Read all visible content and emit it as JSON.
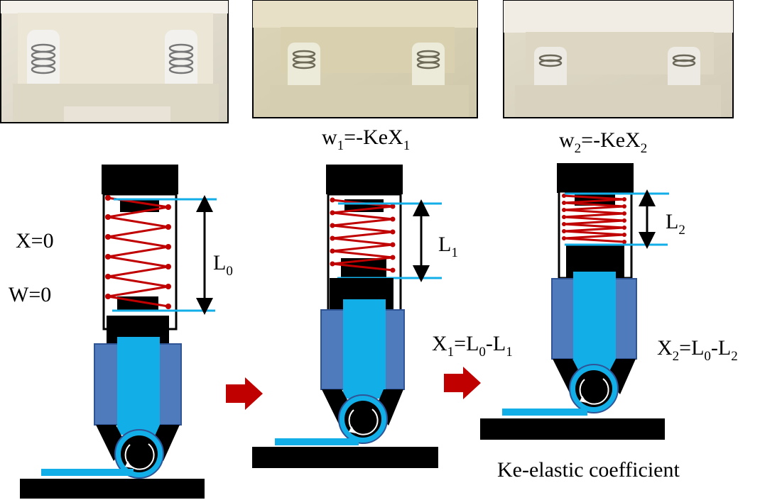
{
  "photos": [
    {
      "name": "uncompressed"
    },
    {
      "name": "compressed-1"
    },
    {
      "name": "compressed-2"
    }
  ],
  "equations": {
    "w1": {
      "base": "w",
      "sub": "1",
      "rest": "=-KeX",
      "sub2": "1"
    },
    "w2": {
      "base": "w",
      "sub": "2",
      "rest": "=-KeX",
      "sub2": "2"
    },
    "x0": "X=0",
    "w0": "W=0",
    "x1": {
      "base": "X",
      "sub": "1",
      "mid": "=L",
      "sub2": "0",
      "mid2": "-L",
      "sub3": "1"
    },
    "x2": {
      "base": "X",
      "sub": "2",
      "mid": "=L",
      "sub2": "0",
      "mid2": "-L",
      "sub3": "2"
    }
  },
  "lengths": {
    "l0": {
      "base": "L",
      "sub": "0"
    },
    "l1": {
      "base": "L",
      "sub": "1"
    },
    "l2": {
      "base": "L",
      "sub": "2"
    }
  },
  "caption": "Ke-elastic coefficient",
  "colors": {
    "spring": "#c00000",
    "cyan": "#12aee8",
    "body_blue": "#4f7bbd",
    "body_blue_edge": "#2f5597",
    "black": "#000000",
    "arrow_red": "#c00000"
  }
}
